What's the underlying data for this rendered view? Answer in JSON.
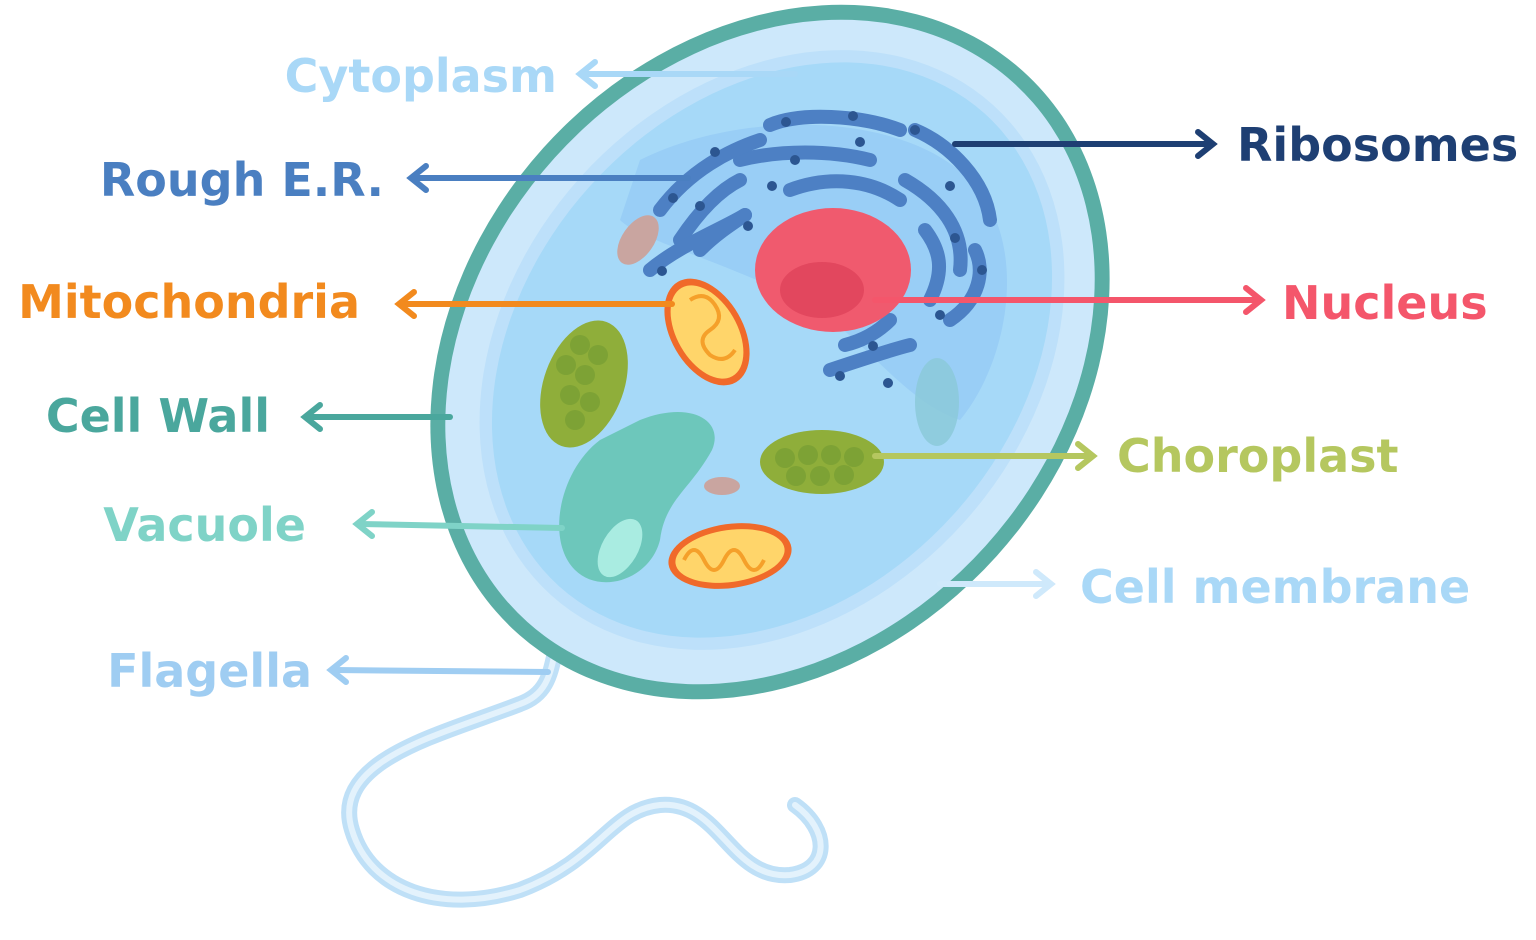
{
  "labels": {
    "cytoplasm": "Cytoplasm",
    "rough_er": "Rough E.R.",
    "mitochondria": "Mitochondria",
    "cell_wall": "Cell Wall",
    "vacuole": "Vacuole",
    "flagella": "Flagella",
    "ribosomes": "Ribosomes",
    "nucleus": "Nucleus",
    "choroplast": "Choroplast",
    "cell_membrane": "Cell membrane"
  },
  "colors": {
    "cytoplasm": "#a9d8f7",
    "rough_er": "#4a7fc1",
    "mitochondria": "#f28a1e",
    "cell_wall": "#4aa79d",
    "vacuole": "#7fd3c7",
    "flagella": "#9fcdf2",
    "ribosomes": "#1e3f73",
    "nucleus": "#f4566b",
    "choroplast": "#b5c75f",
    "cell_membrane": "#a9d8f7"
  }
}
